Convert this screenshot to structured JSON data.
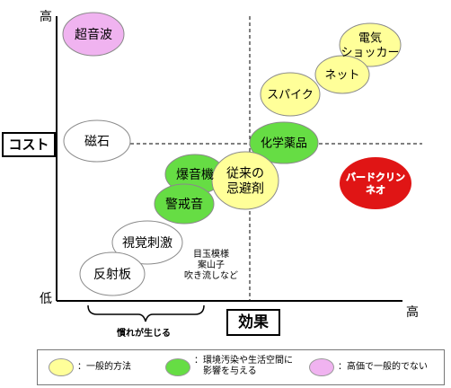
{
  "axes": {
    "y_label": "コスト",
    "y_high": "高",
    "y_low": "低",
    "x_label": "効果",
    "x_high": "高"
  },
  "nodes": [
    {
      "id": "chouonpa",
      "lines": [
        "超音波"
      ],
      "category": "expensive"
    },
    {
      "id": "denki",
      "lines": [
        "電気",
        "ショッカー"
      ],
      "category": "general"
    },
    {
      "id": "net",
      "lines": [
        "ネット"
      ],
      "category": "general"
    },
    {
      "id": "spike",
      "lines": [
        "スパイク"
      ],
      "category": "general"
    },
    {
      "id": "jishaku",
      "lines": [
        "磁石"
      ],
      "category": "none"
    },
    {
      "id": "kagaku",
      "lines": [
        "化学薬品"
      ],
      "category": "environmental"
    },
    {
      "id": "bakuonki",
      "lines": [
        "爆音機"
      ],
      "category": "environmental"
    },
    {
      "id": "keikaion",
      "lines": [
        "警戒音"
      ],
      "category": "environmental"
    },
    {
      "id": "juurai",
      "lines": [
        "従来の",
        "忌避剤"
      ],
      "category": "general"
    },
    {
      "id": "shikaku",
      "lines": [
        "視覚刺激"
      ],
      "category": "none"
    },
    {
      "id": "hanshaban",
      "lines": [
        "反射板"
      ],
      "category": "none"
    }
  ],
  "brand": {
    "lines": [
      "バードクリン",
      "ネオ"
    ],
    "color": "#e01515"
  },
  "note": {
    "lines": [
      "目玉模様",
      "案山子",
      "吹き流しなど"
    ]
  },
  "brace_label": "慣れが生じる",
  "legend": [
    {
      "swatch_color": "#ffff99",
      "text_lines": [
        "：一般的方法"
      ]
    },
    {
      "swatch_color": "#66dd44",
      "text_lines": [
        "：環境汚染や生活空間に",
        "影響を与える"
      ]
    },
    {
      "swatch_color": "#f0b3f0",
      "text_lines": [
        "：高価で一般的でない"
      ]
    }
  ],
  "colors": {
    "general": "#ffff99",
    "environmental": "#66dd44",
    "expensive": "#f0b3f0",
    "none": "#ffffff",
    "ellipse_stroke": "#8a8a8a"
  }
}
